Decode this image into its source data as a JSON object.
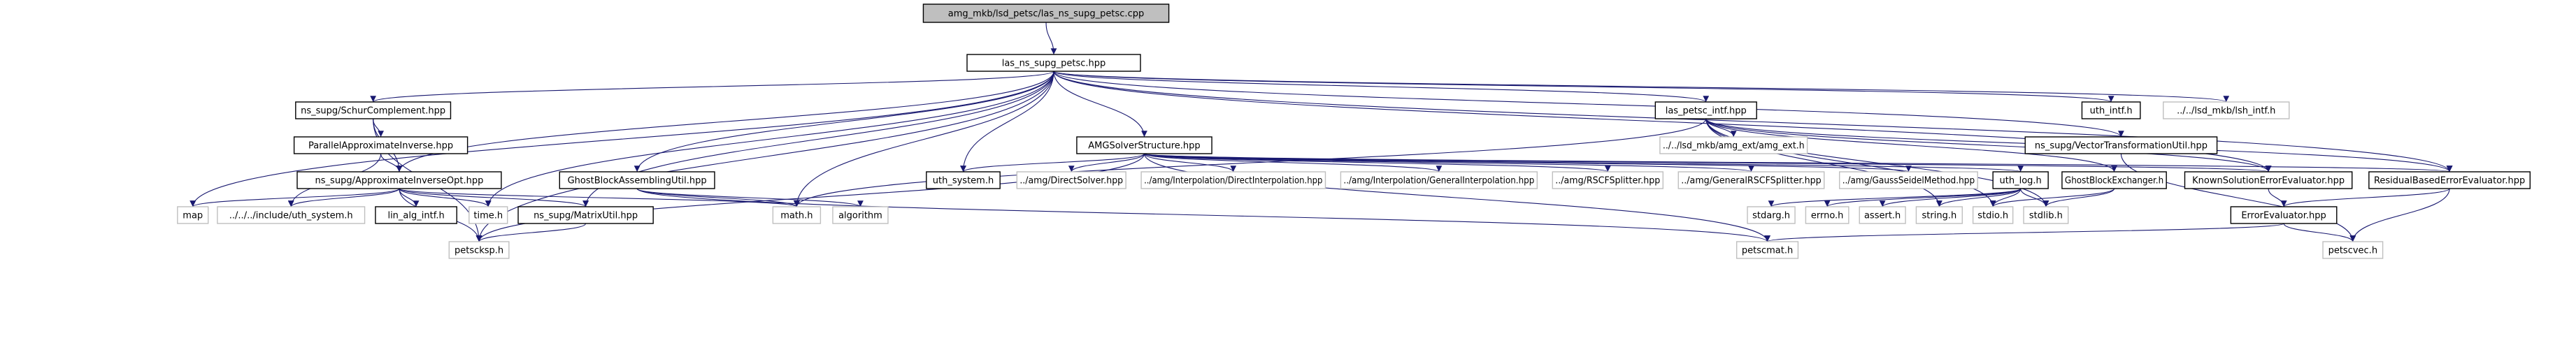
{
  "diagram": {
    "type": "include-dependency-graph",
    "colors": {
      "edge": "#191970",
      "root_fill": "#bfbfbf",
      "node_border": "#000000",
      "system_border": "#bfbfbf"
    },
    "nodes": [
      {
        "id": "root",
        "label": "amg_mkb/lsd_petsc/las_ns_supg_petsc.cpp",
        "kind": "root"
      },
      {
        "id": "lnsp",
        "label": "las_ns_supg_petsc.hpp",
        "kind": "local"
      },
      {
        "id": "schur",
        "label": "ns_supg/SchurComplement.hpp",
        "kind": "local"
      },
      {
        "id": "lpi",
        "label": "las_petsc_intf.hpp",
        "kind": "local"
      },
      {
        "id": "uthintf",
        "label": "uth_intf.h",
        "kind": "local"
      },
      {
        "id": "lshintf",
        "label": "../../lsd_mkb/lsh_intf.h",
        "kind": "sys"
      },
      {
        "id": "pai",
        "label": "ParallelApproximateInverse.hpp",
        "kind": "local"
      },
      {
        "id": "amgss",
        "label": "AMGSolverStructure.hpp",
        "kind": "local"
      },
      {
        "id": "amgext",
        "label": "../../lsd_mkb/amg_ext/amg_ext.h",
        "kind": "sys"
      },
      {
        "id": "vtu",
        "label": "ns_supg/VectorTransformationUtil.hpp",
        "kind": "local"
      },
      {
        "id": "aio",
        "label": "ns_supg/ApproximateInverseOpt.hpp",
        "kind": "local"
      },
      {
        "id": "gbau",
        "label": "GhostBlockAssemblingUtil.hpp",
        "kind": "local"
      },
      {
        "id": "uthsys",
        "label": "uth_system.h",
        "kind": "local"
      },
      {
        "id": "ds",
        "label": "../amg/DirectSolver.hpp",
        "kind": "sys"
      },
      {
        "id": "di",
        "label": "../amg/Interpolation/DirectInterpolation.hpp",
        "kind": "sys"
      },
      {
        "id": "gi",
        "label": "../amg/Interpolation/GeneralInterpolation.hpp",
        "kind": "sys"
      },
      {
        "id": "rsfs",
        "label": "../amg/RSCFSplitter.hpp",
        "kind": "sys"
      },
      {
        "id": "grsfs",
        "label": "../amg/GeneralRSCFSplitter.hpp",
        "kind": "sys"
      },
      {
        "id": "gsm",
        "label": "../amg/GaussSeidelMethod.hpp",
        "kind": "sys"
      },
      {
        "id": "uthlog",
        "label": "uth_log.h",
        "kind": "local"
      },
      {
        "id": "gbe",
        "label": "GhostBlockExchanger.h",
        "kind": "local"
      },
      {
        "id": "kse",
        "label": "KnownSolutionErrorEvaluator.hpp",
        "kind": "local"
      },
      {
        "id": "rbe",
        "label": "ResidualBasedErrorEvaluator.hpp",
        "kind": "local"
      },
      {
        "id": "map",
        "label": "map",
        "kind": "sys"
      },
      {
        "id": "incuth",
        "label": "../../../include/uth_system.h",
        "kind": "sys"
      },
      {
        "id": "linalg",
        "label": "lin_alg_intf.h",
        "kind": "local"
      },
      {
        "id": "time",
        "label": "time.h",
        "kind": "sys"
      },
      {
        "id": "mutil",
        "label": "ns_supg/MatrixUtil.hpp",
        "kind": "local"
      },
      {
        "id": "math",
        "label": "math.h",
        "kind": "sys"
      },
      {
        "id": "algo",
        "label": "algorithm",
        "kind": "sys"
      },
      {
        "id": "stdarg",
        "label": "stdarg.h",
        "kind": "sys"
      },
      {
        "id": "errno",
        "label": "errno.h",
        "kind": "sys"
      },
      {
        "id": "assert",
        "label": "assert.h",
        "kind": "sys"
      },
      {
        "id": "string",
        "label": "string.h",
        "kind": "sys"
      },
      {
        "id": "stdio",
        "label": "stdio.h",
        "kind": "sys"
      },
      {
        "id": "stdlib",
        "label": "stdlib.h",
        "kind": "sys"
      },
      {
        "id": "ee",
        "label": "ErrorEvaluator.hpp",
        "kind": "local"
      },
      {
        "id": "petscksp",
        "label": "petscksp.h",
        "kind": "sys"
      },
      {
        "id": "petscmat",
        "label": "petscmat.h",
        "kind": "sys"
      },
      {
        "id": "petscvec",
        "label": "petscvec.h",
        "kind": "sys"
      }
    ],
    "edges": [
      [
        "root",
        "lnsp"
      ],
      [
        "lnsp",
        "schur"
      ],
      [
        "lnsp",
        "lpi"
      ],
      [
        "lnsp",
        "uthintf"
      ],
      [
        "lnsp",
        "lshintf"
      ],
      [
        "lnsp",
        "amgss"
      ],
      [
        "lnsp",
        "vtu"
      ],
      [
        "lnsp",
        "aio"
      ],
      [
        "lnsp",
        "gbau"
      ],
      [
        "lnsp",
        "uthsys"
      ],
      [
        "lnsp",
        "map"
      ],
      [
        "lnsp",
        "time"
      ],
      [
        "lnsp",
        "mutil"
      ],
      [
        "lnsp",
        "math"
      ],
      [
        "lnsp",
        "petscksp"
      ],
      [
        "lnsp",
        "kse"
      ],
      [
        "lnsp",
        "rbe"
      ],
      [
        "schur",
        "pai"
      ],
      [
        "schur",
        "aio"
      ],
      [
        "schur",
        "petscksp"
      ],
      [
        "pai",
        "aio"
      ],
      [
        "pai",
        "incuth"
      ],
      [
        "lpi",
        "amgext"
      ],
      [
        "lpi",
        "gbe"
      ],
      [
        "lpi",
        "kse"
      ],
      [
        "lpi",
        "rbe"
      ],
      [
        "lpi",
        "math"
      ],
      [
        "lpi",
        "string"
      ],
      [
        "lpi",
        "stdio"
      ],
      [
        "lpi",
        "stdlib"
      ],
      [
        "amgss",
        "uthsys"
      ],
      [
        "amgss",
        "ds"
      ],
      [
        "amgss",
        "di"
      ],
      [
        "amgss",
        "gi"
      ],
      [
        "amgss",
        "rsfs"
      ],
      [
        "amgss",
        "grsfs"
      ],
      [
        "amgss",
        "gsm"
      ],
      [
        "amgss",
        "uthlog"
      ],
      [
        "amgss",
        "kse"
      ],
      [
        "amgss",
        "rbe"
      ],
      [
        "amgss",
        "petscksp"
      ],
      [
        "amgss",
        "petscmat"
      ],
      [
        "vtu",
        "petscvec"
      ],
      [
        "aio",
        "map"
      ],
      [
        "aio",
        "incuth"
      ],
      [
        "aio",
        "linalg"
      ],
      [
        "aio",
        "time"
      ],
      [
        "aio",
        "mutil"
      ],
      [
        "aio",
        "math"
      ],
      [
        "aio",
        "petscksp"
      ],
      [
        "gbau",
        "math"
      ],
      [
        "gbau",
        "algo"
      ],
      [
        "gbau",
        "petscmat"
      ],
      [
        "uthlog",
        "stdarg"
      ],
      [
        "uthlog",
        "errno"
      ],
      [
        "uthlog",
        "assert"
      ],
      [
        "uthlog",
        "string"
      ],
      [
        "uthlog",
        "stdio"
      ],
      [
        "uthlog",
        "stdlib"
      ],
      [
        "gbe",
        "stdio"
      ],
      [
        "gbe",
        "stdlib"
      ],
      [
        "kse",
        "ee"
      ],
      [
        "rbe",
        "ee"
      ],
      [
        "rbe",
        "petscvec"
      ],
      [
        "mutil",
        "petscksp"
      ],
      [
        "ee",
        "petscmat"
      ],
      [
        "ee",
        "petscvec"
      ]
    ]
  }
}
